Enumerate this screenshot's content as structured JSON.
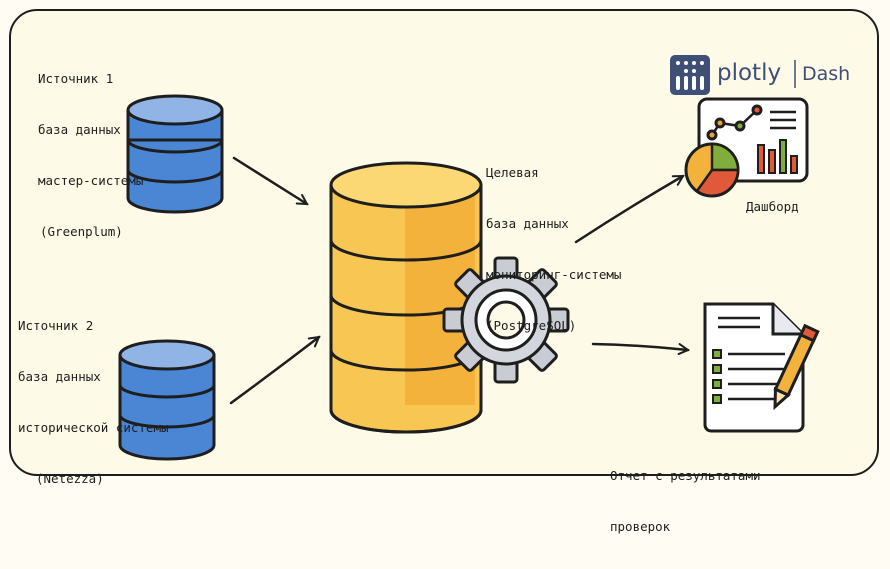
{
  "source1": {
    "lines": [
      "Источник 1",
      "база данных",
      "мастер-системы",
      "(Greenplum)"
    ],
    "icon": "database-icon",
    "color": "#4a86d4"
  },
  "source2": {
    "lines": [
      "Источник 2",
      "база данных",
      "исторической системы",
      "(Netezza)"
    ],
    "icon": "database-icon",
    "color": "#4a86d4"
  },
  "target": {
    "lines": [
      "Целевая",
      "база данных",
      "мониторинг-системы",
      "(PostgreSQL)"
    ],
    "icon": "database-gear-icon",
    "color": "#f7c653"
  },
  "plotly_logo": {
    "brand": "plotly",
    "product": "Dash",
    "color": "#3f4f75"
  },
  "dashboard": {
    "label": "Дашборд",
    "icon": "dashboard-chart-icon"
  },
  "report": {
    "lines": [
      "Отчет с результатами",
      "проверок"
    ],
    "icon": "report-checklist-icon"
  }
}
